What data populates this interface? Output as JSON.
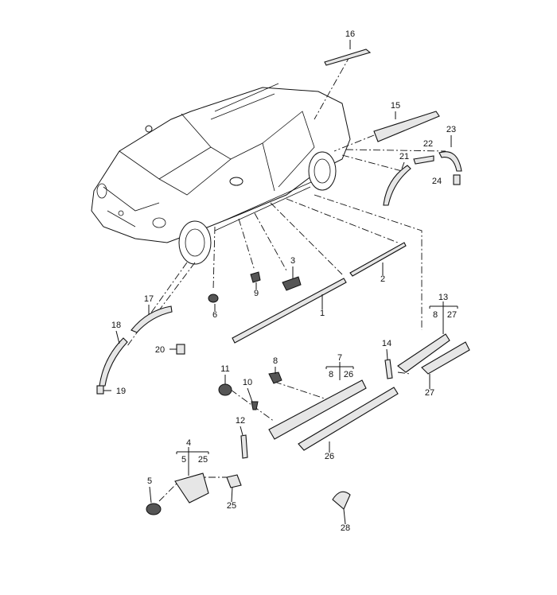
{
  "diagram": {
    "title": "Exterior trim / side moulding parts",
    "callouts": {
      "c1": "1",
      "c2": "2",
      "c3": "3",
      "c4": "4",
      "c4a": "5",
      "c4b": "25",
      "c5": "5",
      "c6": "6",
      "c7": "7",
      "c7a": "8",
      "c7b": "26",
      "c8": "8",
      "c9": "9",
      "c10": "10",
      "c11": "11",
      "c12": "12",
      "c13": "13",
      "c13a": "8",
      "c13b": "27",
      "c14": "14",
      "c15": "15",
      "c16": "16",
      "c17": "17",
      "c18": "18",
      "c19": "19",
      "c20": "20",
      "c21": "21",
      "c22": "22",
      "c23": "23",
      "c24": "24",
      "c25": "25",
      "c26": "26",
      "c27": "27",
      "c28": "28"
    }
  }
}
